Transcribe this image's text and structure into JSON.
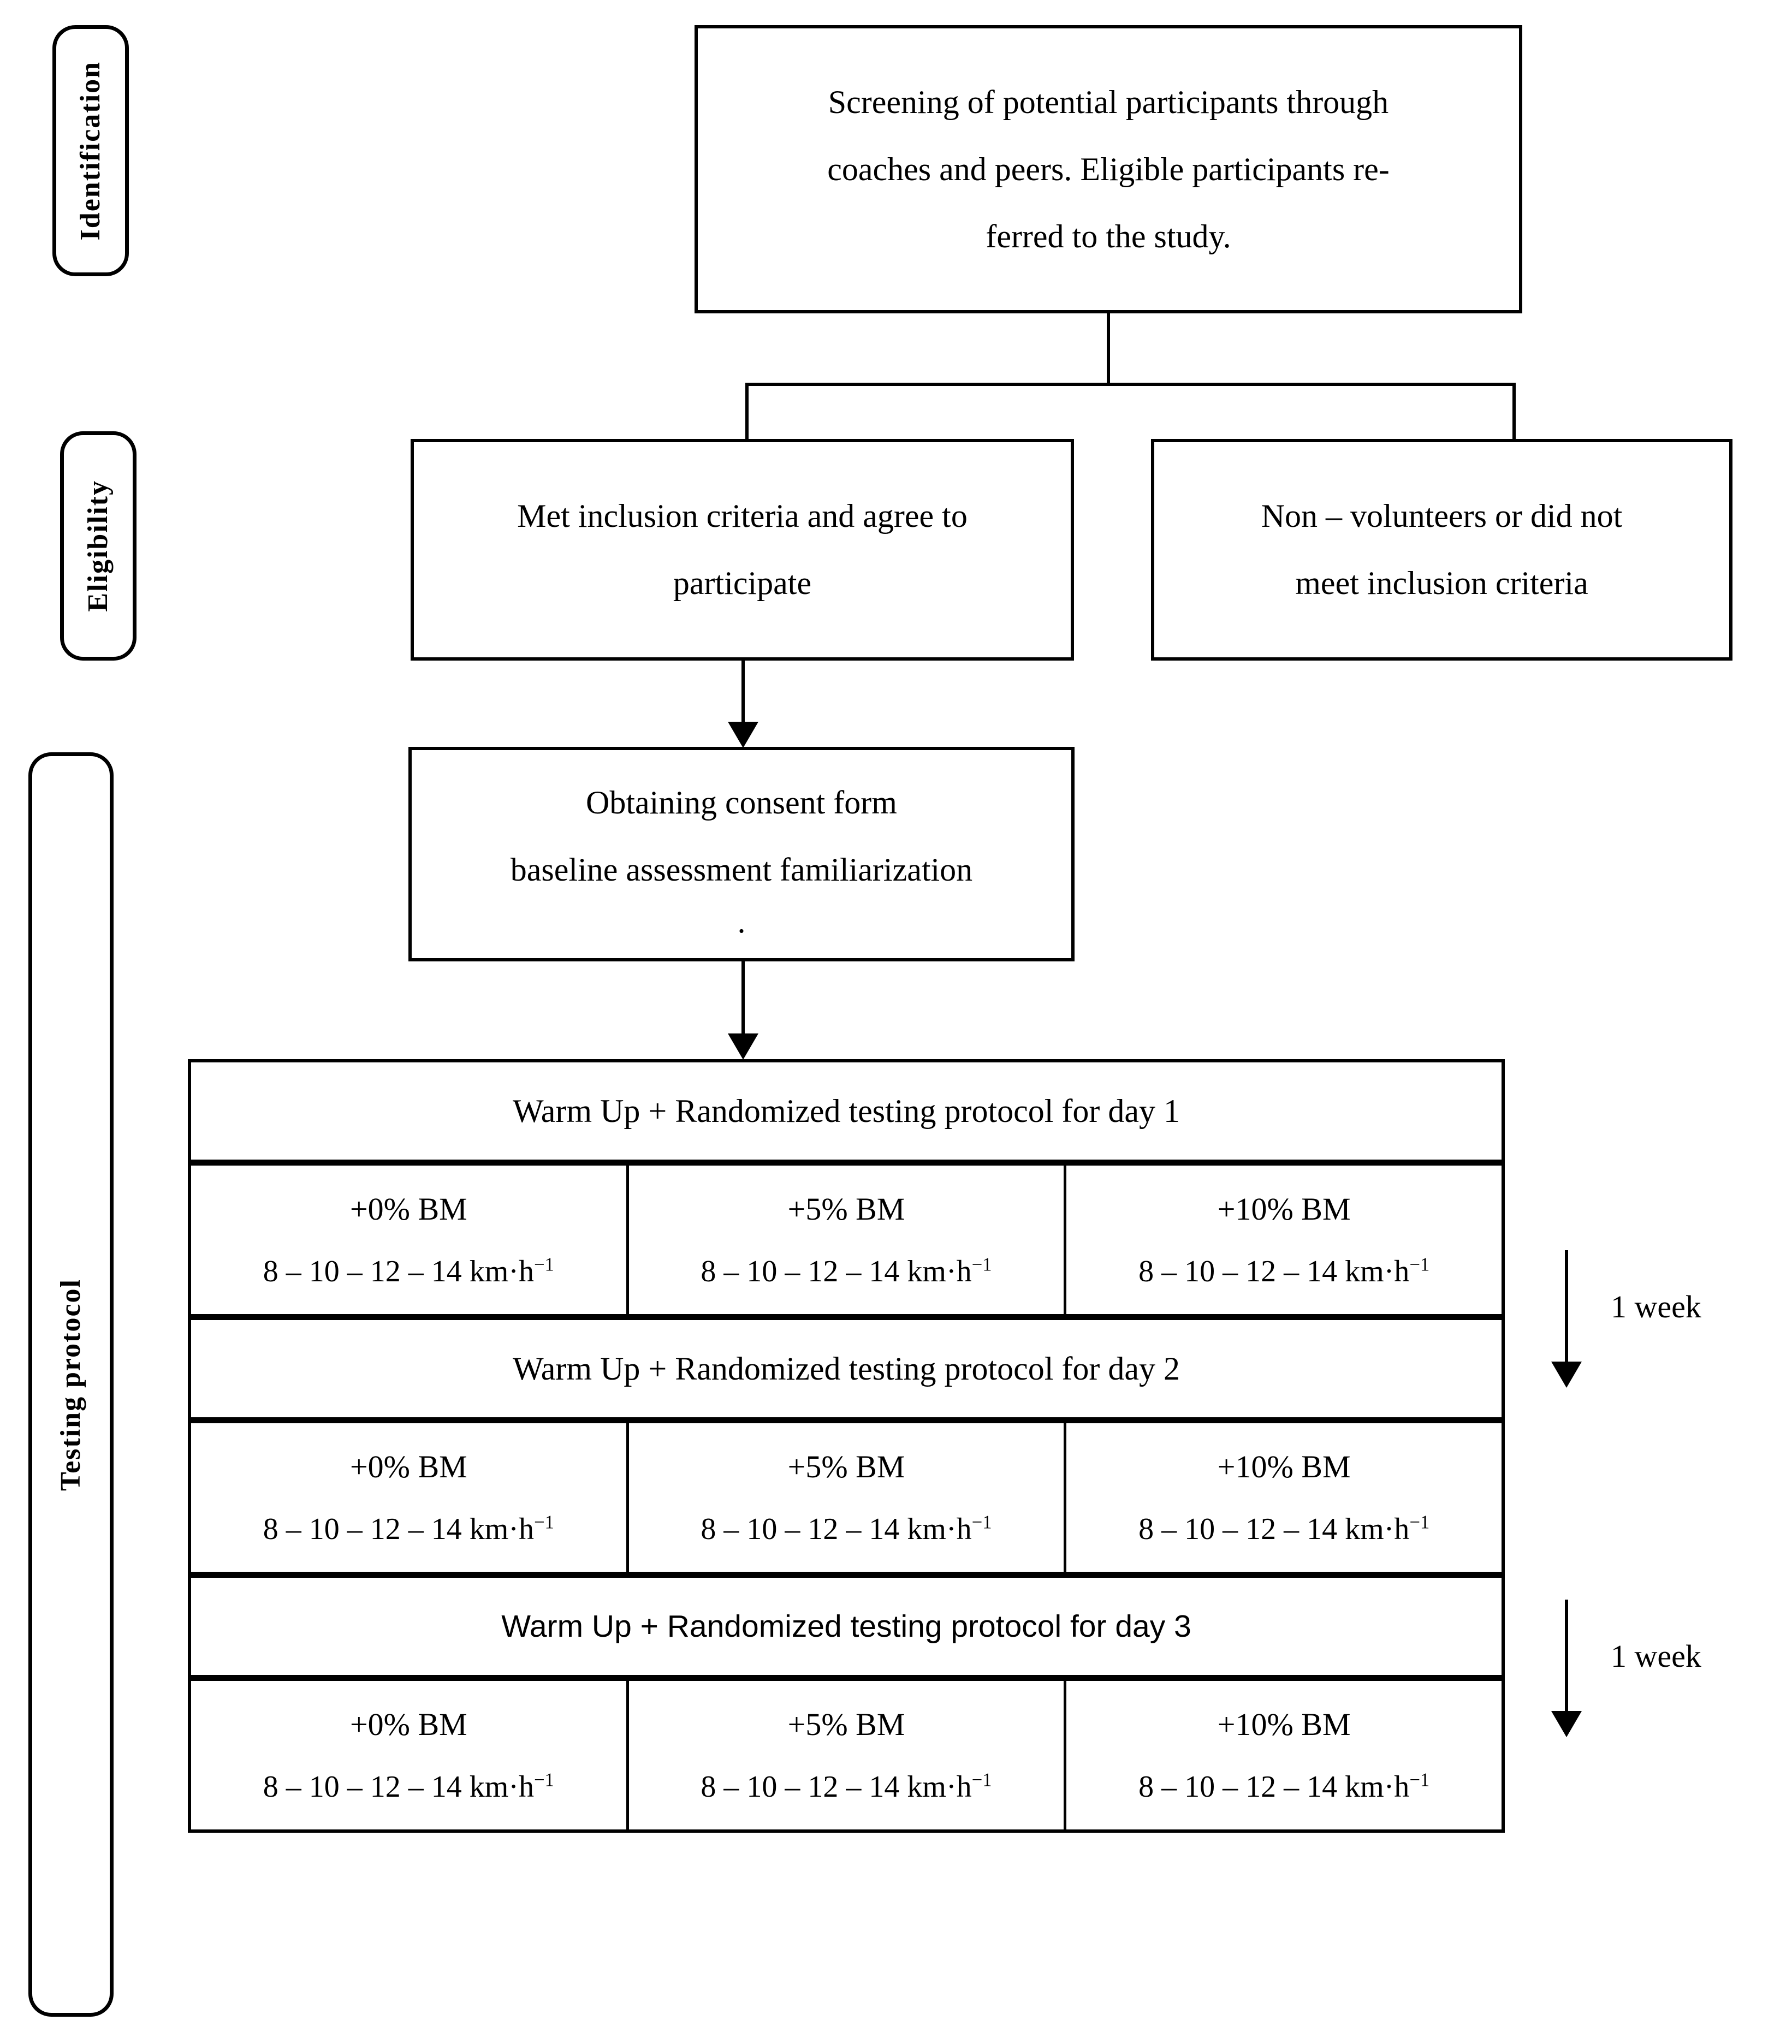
{
  "stages": [
    {
      "id": "identification",
      "label": "Identification"
    },
    {
      "id": "eligibility",
      "label": "Eligibility"
    },
    {
      "id": "testing-protocol",
      "label": "Testing protocol"
    }
  ],
  "boxes": {
    "screening": {
      "lines": [
        "Screening of potential participants through",
        "coaches and peers. Eligible participants re-",
        "ferred to the study."
      ]
    },
    "included": {
      "lines": [
        "Met inclusion criteria and agree to",
        "participate"
      ]
    },
    "excluded": {
      "lines": [
        "Non – volunteers or did not",
        "meet inclusion criteria"
      ]
    },
    "consent": {
      "lines": [
        "Obtaining consent form",
        "baseline assessment familiarization",
        "."
      ]
    }
  },
  "protocol": {
    "days": [
      {
        "header": "Warm Up + Randomized testing protocol for day 1",
        "header_font": "serif",
        "conditions": [
          {
            "load": "+0% BM",
            "speeds": "8 – 10 – 12 – 14 km·h",
            "exponent": "−1"
          },
          {
            "load": "+5% BM",
            "speeds": "8 – 10 – 12 – 14 km·h",
            "exponent": "−1"
          },
          {
            "load": "+10% BM",
            "speeds": "8 – 10 – 12 – 14 km·h",
            "exponent": "−1"
          }
        ]
      },
      {
        "header": "Warm Up + Randomized testing protocol for day 2",
        "header_font": "serif",
        "conditions": [
          {
            "load": "+0% BM",
            "speeds": "8 – 10 – 12 – 14 km·h",
            "exponent": "−1"
          },
          {
            "load": "+5% BM",
            "speeds": "8 – 10 – 12 – 14 km·h",
            "exponent": "−1"
          },
          {
            "load": "+10% BM",
            "speeds": "8 – 10 – 12 – 14 km·h",
            "exponent": "−1"
          }
        ]
      },
      {
        "header": "Warm Up + Randomized testing protocol for day 3",
        "header_font": "sans",
        "conditions": [
          {
            "load": "+0% BM",
            "speeds": "8 – 10 – 12 – 14 km·h",
            "exponent": "−1"
          },
          {
            "load": "+5% BM",
            "speeds": "8 – 10 – 12 – 14 km·h",
            "exponent": "−1"
          },
          {
            "load": "+10% BM",
            "speeds": "8 – 10 – 12 – 14 km·h",
            "exponent": "−1"
          }
        ]
      }
    ],
    "intervals": [
      {
        "label": "1 week"
      },
      {
        "label": "1 week"
      }
    ]
  },
  "colors": {
    "stroke": "#000000",
    "background": "#ffffff"
  }
}
